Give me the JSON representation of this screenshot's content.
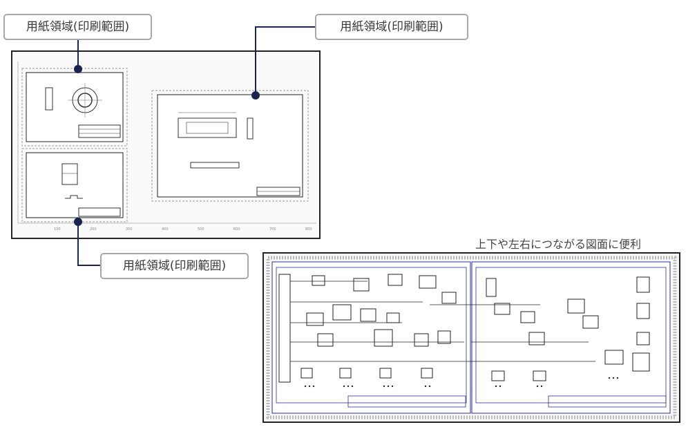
{
  "callouts": {
    "top_left": "用紙領域(印刷範囲)",
    "top_right": "用紙領域(印刷範囲)",
    "bottom": "用紙領域(印刷範囲)"
  },
  "caption": "上下や左右につながる図面に便利",
  "ruler": {
    "x_ticks": [
      "100",
      "200",
      "300",
      "400",
      "500",
      "600",
      "700",
      "800"
    ]
  },
  "colors": {
    "leader": "#1a2452",
    "callout_border": "#a8a8a8",
    "drawing_line": "#2b2f9a"
  }
}
